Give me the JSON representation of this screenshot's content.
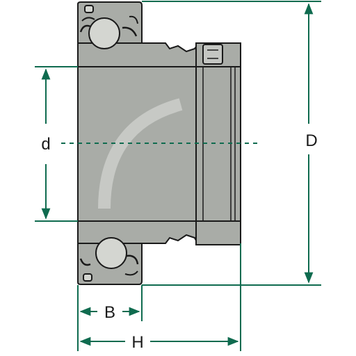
{
  "labels": {
    "d": "d",
    "D": "D",
    "B": "B",
    "H": "H"
  },
  "colors": {
    "body_fill": "#a9aca7",
    "body_stroke": "#1a1a1a",
    "dimension": "#0f6b4f",
    "ball_fill": "#d4d6d1",
    "background": "#ffffff"
  },
  "icons": {
    "bearing": "insert-bearing-cross-section",
    "balls": "ball-element-icon"
  }
}
